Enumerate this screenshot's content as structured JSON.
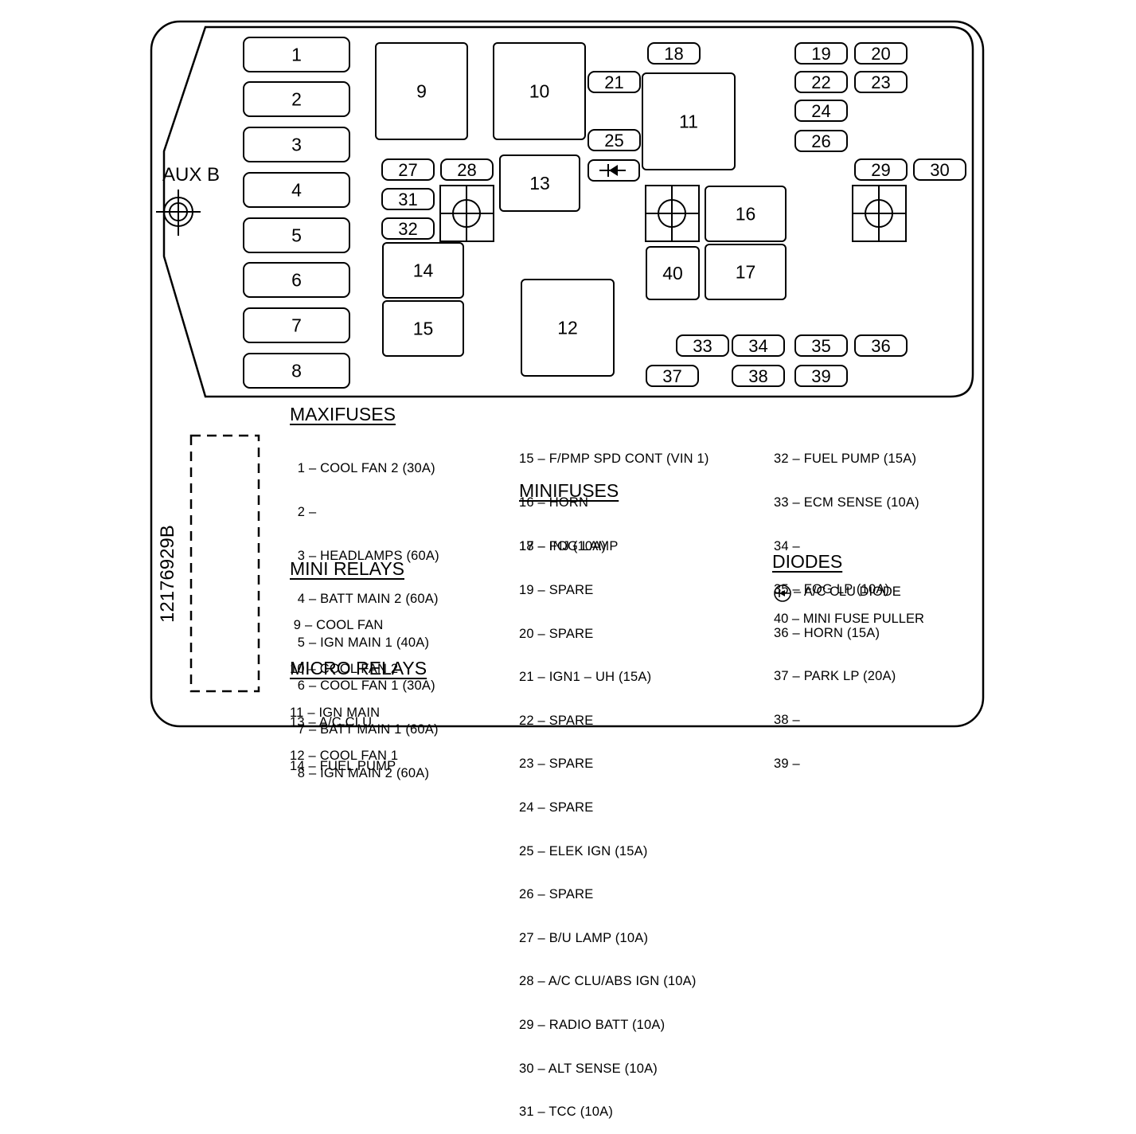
{
  "aux_label": "AUX B",
  "part_number": "12176929B",
  "components": [
    {
      "id": "1",
      "label": "1"
    },
    {
      "id": "2",
      "label": "2"
    },
    {
      "id": "3",
      "label": "3"
    },
    {
      "id": "4",
      "label": "4"
    },
    {
      "id": "5",
      "label": "5"
    },
    {
      "id": "6",
      "label": "6"
    },
    {
      "id": "7",
      "label": "7"
    },
    {
      "id": "8",
      "label": "8"
    },
    {
      "id": "9",
      "label": "9"
    },
    {
      "id": "10",
      "label": "10"
    },
    {
      "id": "11",
      "label": "11"
    },
    {
      "id": "12",
      "label": "12"
    },
    {
      "id": "13",
      "label": "13"
    },
    {
      "id": "14",
      "label": "14"
    },
    {
      "id": "15",
      "label": "15"
    },
    {
      "id": "16",
      "label": "16"
    },
    {
      "id": "17",
      "label": "17"
    },
    {
      "id": "18",
      "label": "18"
    },
    {
      "id": "19",
      "label": "19"
    },
    {
      "id": "20",
      "label": "20"
    },
    {
      "id": "21",
      "label": "21"
    },
    {
      "id": "22",
      "label": "22"
    },
    {
      "id": "23",
      "label": "23"
    },
    {
      "id": "24",
      "label": "24"
    },
    {
      "id": "25",
      "label": "25"
    },
    {
      "id": "26",
      "label": "26"
    },
    {
      "id": "27",
      "label": "27"
    },
    {
      "id": "28",
      "label": "28"
    },
    {
      "id": "29",
      "label": "29"
    },
    {
      "id": "30",
      "label": "30"
    },
    {
      "id": "31",
      "label": "31"
    },
    {
      "id": "32",
      "label": "32"
    },
    {
      "id": "33",
      "label": "33"
    },
    {
      "id": "34",
      "label": "34"
    },
    {
      "id": "35",
      "label": "35"
    },
    {
      "id": "36",
      "label": "36"
    },
    {
      "id": "37",
      "label": "37"
    },
    {
      "id": "38",
      "label": "38"
    },
    {
      "id": "39",
      "label": "39"
    },
    {
      "id": "40",
      "label": "40"
    }
  ],
  "legend": {
    "maxifuses": {
      "heading": "MAXIFUSES",
      "items": [
        " 1 – COOL FAN 2 (30A)",
        " 2 –",
        " 3 – HEADLAMPS (60A)",
        " 4 – BATT MAIN 2 (60A)",
        " 5 – IGN MAIN 1 (40A)",
        " 6 – COOL FAN 1 (30A)",
        " 7 – BATT MAIN 1 (60A)",
        " 8 – IGN MAIN 2 (60A)"
      ]
    },
    "mini_relays": {
      "heading": "MINI RELAYS",
      "items": [
        " 9 – COOL FAN",
        "10 – COOL FAN 2",
        "11 – IGN MAIN",
        "12 – COOL FAN 1"
      ]
    },
    "micro_relays": {
      "heading": "MICRO RELAYS",
      "items": [
        "13 – A/C CLU",
        "14 – FUEL PUMP"
      ]
    },
    "col2_top": [
      "15 – F/PMP SPD CONT (VIN 1)",
      "16 – HORN",
      "17 – FOG LAMP"
    ],
    "minifuses": {
      "heading": "MINIFUSES",
      "items": [
        "18 – INJ (10A)",
        "19 – SPARE",
        "20 – SPARE",
        "21 – IGN1 – UH (15A)",
        "22 – SPARE",
        "23 – SPARE",
        "24 – SPARE",
        "25 – ELEK IGN (15A)",
        "26 – SPARE",
        "27 – B/U LAMP (10A)",
        "28 – A/C CLU/ABS IGN (10A)",
        "29 – RADIO BATT (10A)",
        "30 – ALT SENSE (10A)",
        "31 – TCC (10A)"
      ]
    },
    "col3_top": [
      "32 – FUEL PUMP (15A)",
      "33 – ECM SENSE (10A)",
      "34 –",
      "35 – FOG LP (10A)",
      "36 – HORN (15A)",
      "37 – PARK LP (20A)",
      "38 –",
      "39 –"
    ],
    "diodes": {
      "heading": "DIODES",
      "diode_item": "– A/C CLU DIODE",
      "puller_item": "40 – MINI FUSE PULLER"
    }
  }
}
